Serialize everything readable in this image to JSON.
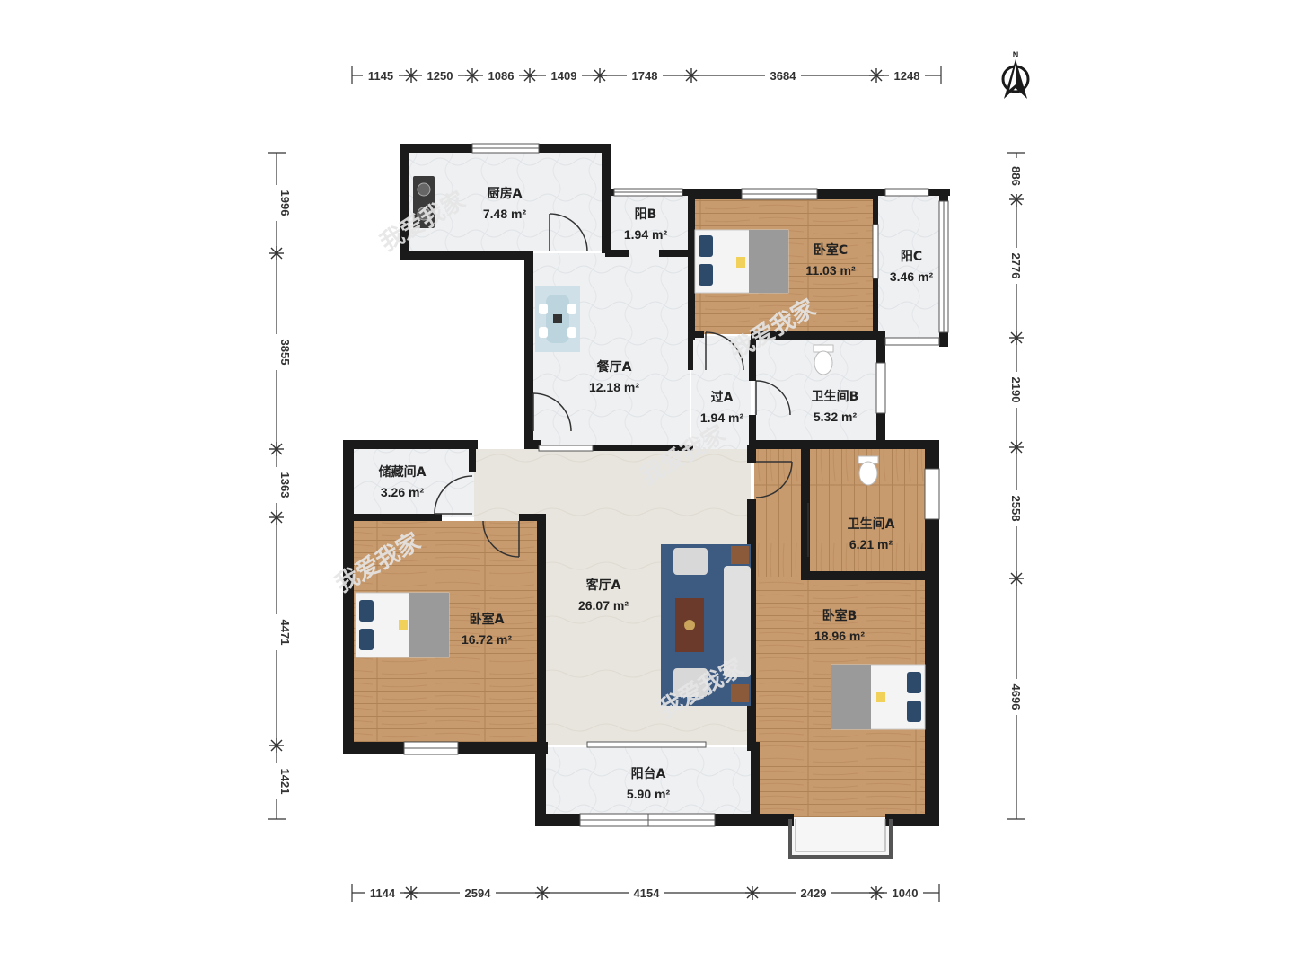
{
  "compass": {
    "label": "N",
    "icon": "north-arrow-icon"
  },
  "watermark": {
    "text": "我爱我家"
  },
  "colors": {
    "wall": "#1a1a1a",
    "tile": "#eceef0",
    "wood": "#c89b6e",
    "wood_dark": "#b98a5c",
    "living_floor": "#e6e3dc",
    "rug": "#3d5a80",
    "dim_line": "#333333"
  },
  "dimensions": {
    "top": [
      "1145",
      "1250",
      "1086",
      "1409",
      "1748",
      "3684",
      "1248"
    ],
    "bottom": [
      "1144",
      "2594",
      "4154",
      "2429",
      "1040"
    ],
    "left": [
      "1996",
      "3855",
      "1363",
      "4471",
      "1421"
    ],
    "right": [
      "886",
      "2776",
      "2190",
      "2558",
      "4696"
    ]
  },
  "rooms": {
    "kitchen": {
      "name": "厨房A",
      "area": "7.48 m²"
    },
    "balcony_b": {
      "name": "阳B",
      "area": "1.94 m²"
    },
    "bedroom_c": {
      "name": "卧室C",
      "area": "11.03 m²"
    },
    "balcony_c": {
      "name": "阳C",
      "area": "3.46 m²"
    },
    "dining": {
      "name": "餐厅A",
      "area": "12.18 m²"
    },
    "passage": {
      "name": "过A",
      "area": "1.94 m²"
    },
    "bathroom_b": {
      "name": "卫生间B",
      "area": "5.32 m²"
    },
    "storage": {
      "name": "储藏间A",
      "area": "3.26 m²"
    },
    "bathroom_a": {
      "name": "卫生间A",
      "area": "6.21 m²"
    },
    "living": {
      "name": "客厅A",
      "area": "26.07 m²"
    },
    "bedroom_a": {
      "name": "卧室A",
      "area": "16.72 m²"
    },
    "bedroom_b": {
      "name": "卧室B",
      "area": "18.96 m²"
    },
    "balcony_a": {
      "name": "阳台A",
      "area": "5.90 m²"
    }
  }
}
